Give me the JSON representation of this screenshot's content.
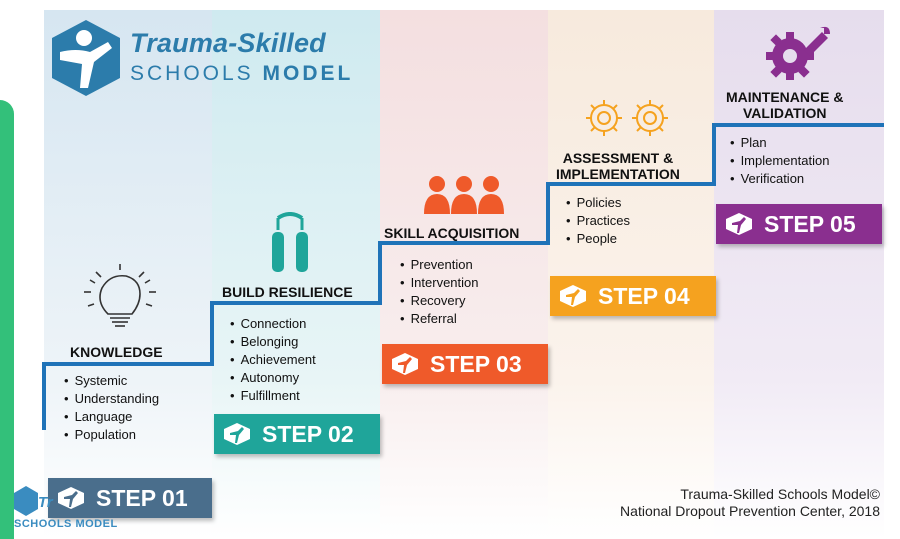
{
  "logo": {
    "title": "Trauma-Skilled",
    "sub_light": "SCHOOLS",
    "sub_bold": "MODEL"
  },
  "steps": [
    {
      "heading": "KNOWLEDGE",
      "items": [
        "Systemic",
        "Understanding",
        "Language",
        "Population"
      ],
      "badge": "STEP 01",
      "color": "#4a6e8c"
    },
    {
      "heading": "BUILD RESILIENCE",
      "items": [
        "Connection",
        "Belonging",
        "Achievement",
        "Autonomy",
        "Fulfillment"
      ],
      "badge": "STEP 02",
      "color": "#1fa59a"
    },
    {
      "heading": "SKILL ACQUISITION",
      "items": [
        "Prevention",
        "Intervention",
        "Recovery",
        "Referral"
      ],
      "badge": "STEP 03",
      "color": "#ef5a2a"
    },
    {
      "heading_line1": "ASSESSMENT &",
      "heading_line2": "IMPLEMENTATION",
      "items": [
        "Policies",
        "Practices",
        "People"
      ],
      "badge": "STEP 04",
      "color": "#f5a21f"
    },
    {
      "heading_line1": "MAINTENANCE &",
      "heading_line2": "VALIDATION",
      "items": [
        "Plan",
        "Implementation",
        "Verification"
      ],
      "badge": "STEP 05",
      "color": "#8a2f8f"
    }
  ],
  "credit": {
    "line1": "Trauma-Skilled Schools Model©",
    "line2": "National Dropout Prevention Center, 2018"
  },
  "mini_logo": {
    "letters": "Tr",
    "sub": "SCHOOLS MODEL"
  },
  "colors": {
    "stair_line": "#1f73b8",
    "logo_blue": "#2c7cab",
    "side_green": "#33c07a"
  },
  "icons": [
    "lightbulb-icon",
    "hand-grip-icon",
    "people-group-icon",
    "gears-icon",
    "wrench-gear-icon"
  ]
}
